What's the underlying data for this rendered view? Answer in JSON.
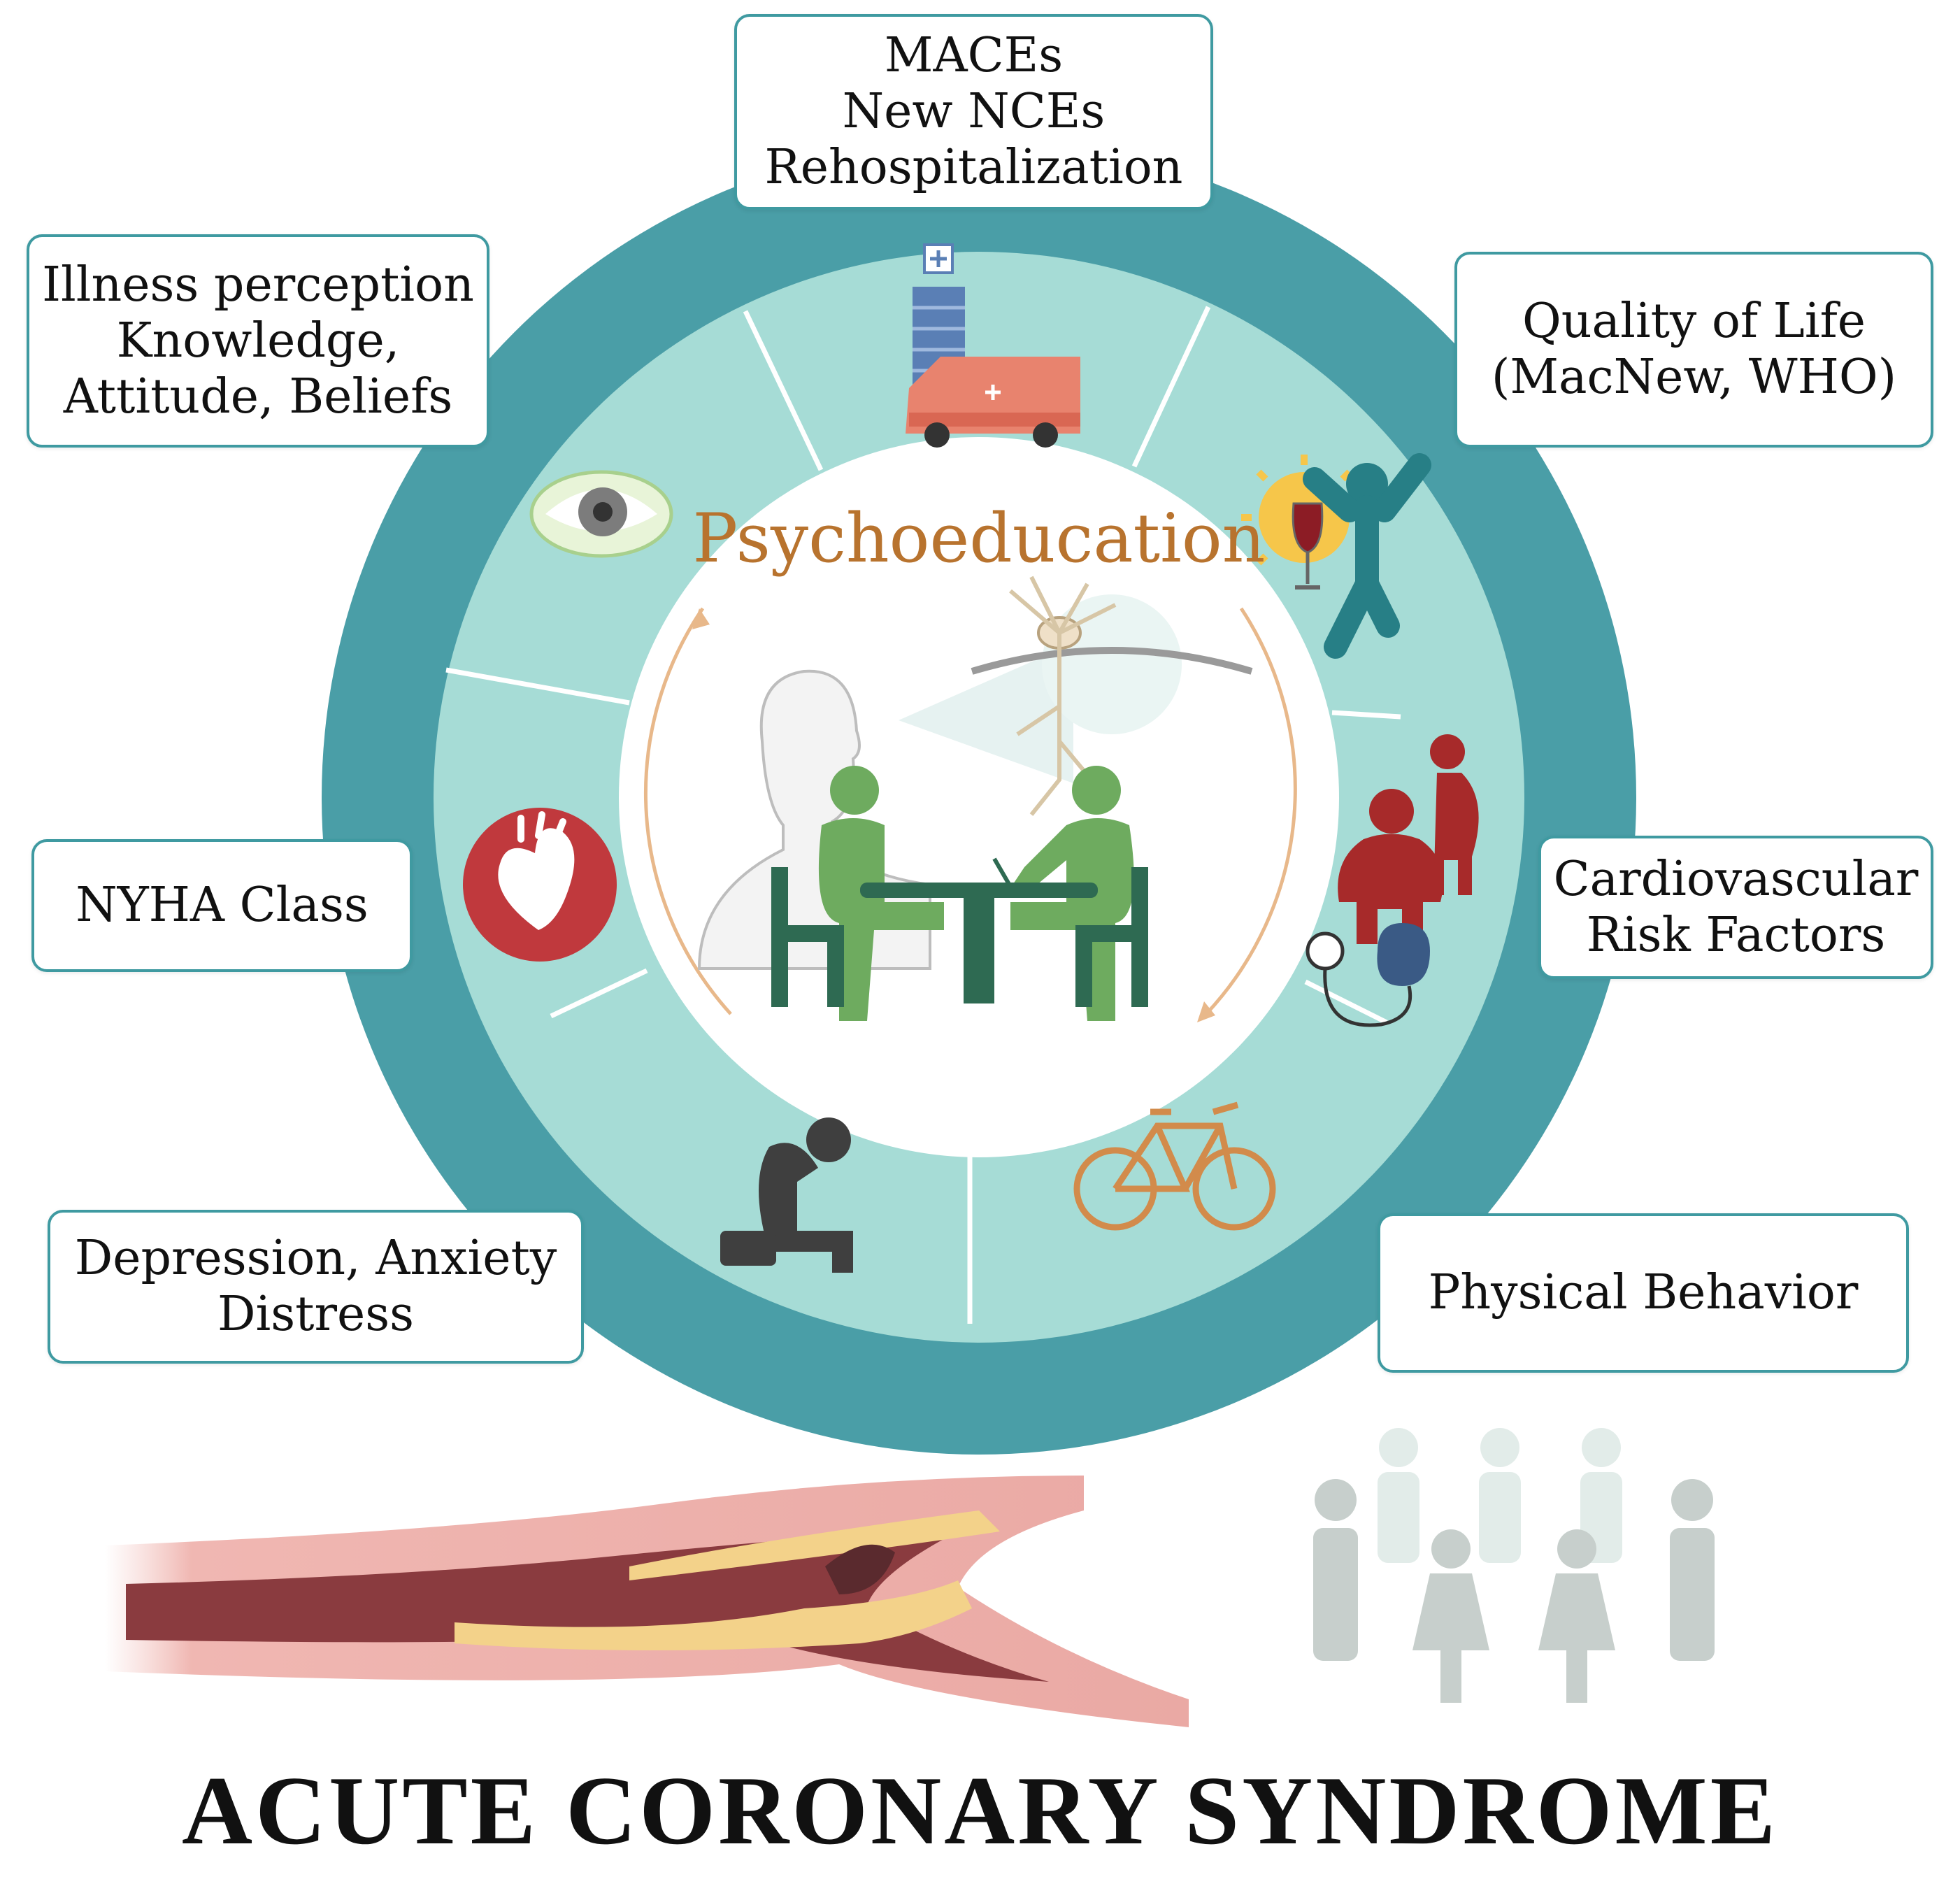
{
  "center": {
    "title": "Psychoeducation"
  },
  "boxes": {
    "maces": [
      "MACEs",
      "New NCEs",
      "Rehospitalization"
    ],
    "illness": [
      "Illness perception",
      "Knowledge,",
      "Attitude, Beliefs"
    ],
    "quality": [
      "Quality of Life",
      "(MacNew, WHO)"
    ],
    "cardio": [
      "Cardiovascular",
      "Risk Factors"
    ],
    "nyha": [
      "NYHA Class"
    ],
    "depression": [
      "Depression, Anxiety",
      "Distress"
    ],
    "physical": [
      "Physical Behavior"
    ]
  },
  "footer": {
    "title": "ACUTE CORONARY SYNDROME"
  },
  "colors": {
    "outer_ring": "#4a9ea7",
    "inner_ring": "#a6dcd6",
    "accent_title": "#b8732e",
    "figure_green": "#6eab5f",
    "table": "#2e6a52",
    "heart_red": "#c0393d"
  },
  "icons": [
    "hospital-icon",
    "ambulance-icon",
    "eye-icon",
    "sun-icon",
    "wine-glass-icon",
    "celebrating-person-icon",
    "overweight-people-icon",
    "blood-pressure-cuff-icon",
    "heart-icon",
    "sad-person-icon",
    "bicycle-icon",
    "neuron-icon",
    "head-icon",
    "therapy-session-icon",
    "artery-plaque-icon",
    "population-icon"
  ]
}
